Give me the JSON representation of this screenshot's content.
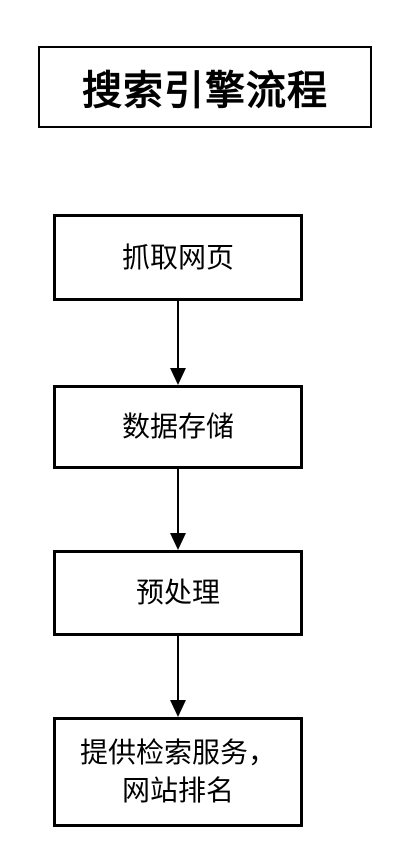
{
  "title": "搜索引擎流程",
  "steps": [
    {
      "label": "抓取网页"
    },
    {
      "label": "数据存储"
    },
    {
      "label": "预处理"
    },
    {
      "label": "提供检索服务，网站排名"
    }
  ]
}
